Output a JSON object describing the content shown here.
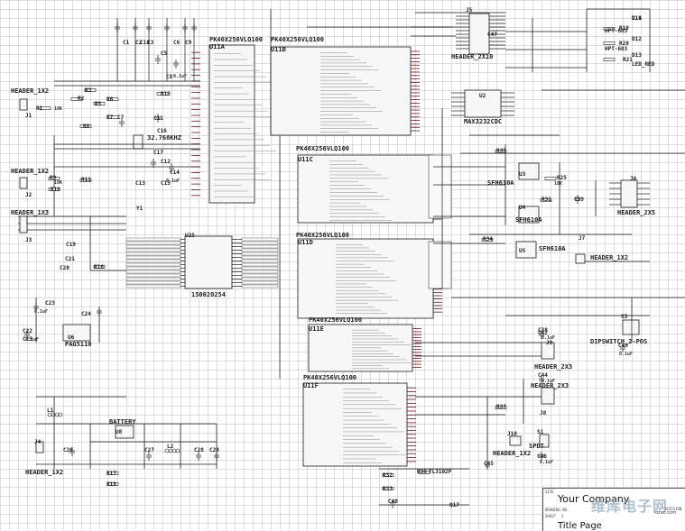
{
  "mcu_parts": [
    {
      "part": "PK40X256VLQ100",
      "ref": "U11A"
    },
    {
      "part": "PK40X256VLQ100",
      "ref": "U11B"
    },
    {
      "part": "PK40X256VLQ100",
      "ref": "U11C"
    },
    {
      "part": "PK40X256VLQ100",
      "ref": "U11D"
    },
    {
      "part": "PK40X256VLQ100",
      "ref": "U11E"
    },
    {
      "part": "PK40X256VLQ100",
      "ref": "U11F"
    }
  ],
  "connectors": [
    {
      "ref": "J1",
      "part": "HEADER_1X2"
    },
    {
      "ref": "J2",
      "part": "HEADER_1X2"
    },
    {
      "ref": "J3",
      "part": "HEADER_1X3"
    },
    {
      "ref": "J4",
      "part": "HEADER_1X2"
    },
    {
      "ref": "J5",
      "part": "HEADER_2X10"
    },
    {
      "ref": "J6",
      "part": "HEADER_2X5"
    },
    {
      "ref": "J7",
      "part": "HEADER_1X2"
    },
    {
      "ref": "J8",
      "part": "HEADER_2X3"
    },
    {
      "ref": "J9",
      "part": "HEADER_2X3"
    },
    {
      "ref": "J10",
      "part": "HEADER_1X2"
    }
  ],
  "misc_parts": [
    {
      "ref": "U2",
      "part": "MAX3232CDC"
    },
    {
      "ref": "U3",
      "part": "SFH610A"
    },
    {
      "ref": "U4",
      "part": "SFH610A"
    },
    {
      "ref": "U5",
      "part": "SFH610A"
    },
    {
      "ref": "U6",
      "part": "PAG5110"
    },
    {
      "ref": "U8",
      "part": "BATTERY"
    },
    {
      "ref": "U25",
      "part": "150020254"
    },
    {
      "ref": "S1",
      "part": "SPDT"
    },
    {
      "ref": "S3",
      "part": "DIPSWITCH_2-POS"
    },
    {
      "ref": "Y1",
      "part": "32.768KHZ"
    },
    {
      "ref": "Q17",
      "part": "TL3102P"
    }
  ],
  "led_refs": [
    "D11",
    "D12",
    "D13"
  ],
  "led_parts": [
    "HPT-603",
    "HPT-603",
    "LED_RED"
  ],
  "res_refs": [
    "R1",
    "R2",
    "R3",
    "R5",
    "R6",
    "R7",
    "R8",
    "R9",
    "R10",
    "R11",
    "R13",
    "R16",
    "R17",
    "R18",
    "R19",
    "R20",
    "R21",
    "R25",
    "R31",
    "R32",
    "R33",
    "R34",
    "R35",
    "R36",
    "R37"
  ],
  "cap_refs": [
    "C1",
    "C2",
    "C3",
    "C5",
    "C6",
    "C7",
    "C8",
    "C9",
    "C10",
    "C11",
    "C12",
    "C13",
    "C14",
    "C15",
    "C16",
    "C17",
    "C18",
    "C19",
    "C20",
    "C21",
    "C22",
    "C23",
    "C24",
    "C25",
    "C26",
    "C27",
    "C28",
    "C29",
    "C38",
    "C39",
    "C40",
    "C42",
    "C43",
    "C44",
    "C45",
    "C46",
    "C47"
  ],
  "values": {
    "cap_main": "0.1uF",
    "res_main": "10K",
    "inductor_l1": "L1",
    "inductor_l2": "L2",
    "xtal": "32.768KHZ"
  },
  "title_block": {
    "company": "Your Company",
    "title": "Title Page",
    "revision_label": "REVISION",
    "size_label": "SIZE",
    "drawing_label": "DRAWING NO.",
    "sheet_label": "SHEET",
    "sheet_no": "3"
  },
  "watermark": {
    "text": "维库电子网",
    "url": "dzsc.com"
  },
  "colors": {
    "wire": "#1a1a1a",
    "body_fill": "#f7f7f7",
    "pin": "#c02020",
    "grid": "#dcdcdc"
  }
}
